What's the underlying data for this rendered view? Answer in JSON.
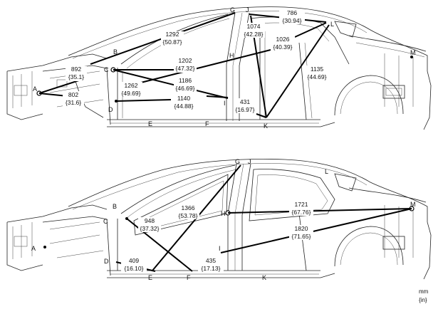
{
  "diagram": {
    "top": {
      "points": [
        "A",
        "B",
        "C",
        "D",
        "E",
        "F",
        "G",
        "H",
        "I",
        "J",
        "K",
        "L",
        "M"
      ],
      "measurements": [
        {
          "mm": "1292",
          "in": "{50.87}"
        },
        {
          "mm": "892",
          "in": "{35.1}"
        },
        {
          "mm": "802",
          "in": "{31.6}"
        },
        {
          "mm": "1202",
          "in": "{47.32}"
        },
        {
          "mm": "1262",
          "in": "{49.69}"
        },
        {
          "mm": "1186",
          "in": "{46.69}"
        },
        {
          "mm": "1140",
          "in": "{44.88}"
        },
        {
          "mm": "431",
          "in": "{16.97}"
        },
        {
          "mm": "1074",
          "in": "{42.28}"
        },
        {
          "mm": "786",
          "in": "{30.94}"
        },
        {
          "mm": "1026",
          "in": "{40.39}"
        },
        {
          "mm": "1135",
          "in": "{44.69}"
        }
      ]
    },
    "bottom": {
      "points": [
        "A",
        "B",
        "C",
        "D",
        "E",
        "F",
        "G",
        "H",
        "I",
        "J",
        "K",
        "L",
        "M"
      ],
      "measurements": [
        {
          "mm": "948",
          "in": "{37.32}"
        },
        {
          "mm": "1366",
          "in": "{53.78}"
        },
        {
          "mm": "409",
          "in": "{16.10}"
        },
        {
          "mm": "435",
          "in": "{17.13}"
        },
        {
          "mm": "1721",
          "in": "{67.76}"
        },
        {
          "mm": "1820",
          "in": "{71.65}"
        }
      ]
    },
    "units": {
      "mm": "mm",
      "in": "{in}"
    }
  }
}
